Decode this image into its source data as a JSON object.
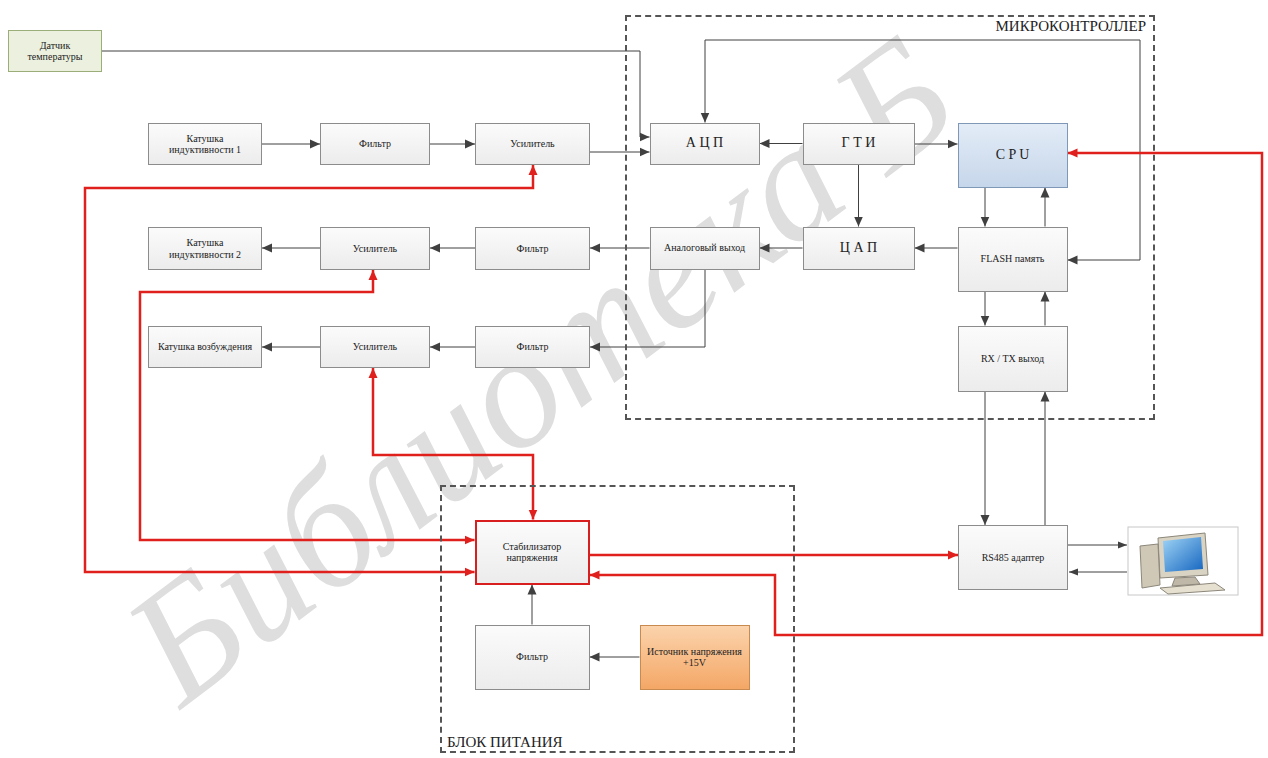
{
  "diagram": {
    "nodes": [
      {
        "text": [
          "Датчик температуры"
        ]
      },
      {
        "text": [
          "МИКРОКОНТРОЛЛЕР"
        ]
      },
      {
        "text": [
          "Катушка индуктивности 1"
        ]
      },
      {
        "text": [
          "Фильтр"
        ]
      },
      {
        "text": [
          "Усилитель"
        ]
      },
      {
        "text": [
          "А Ц П"
        ],
        "in": 1
      },
      {
        "text": [
          "Г Т И"
        ],
        "in": 1
      },
      {
        "text": [
          "C P U"
        ],
        "in": 1
      },
      {
        "text": [
          "Катушка индуктивности 2"
        ]
      },
      {
        "text": [
          "Усилитель"
        ]
      },
      {
        "text": [
          "Фильтр"
        ]
      },
      {
        "text": [
          "Аналоговый выход"
        ],
        "in": 1
      },
      {
        "text": [
          "Ц А П"
        ],
        "in": 1
      },
      {
        "text": [
          "FLASH память"
        ],
        "in": 1
      },
      {
        "text": [
          "Катушка возбуждения"
        ]
      },
      {
        "text": [
          "Усилитель"
        ]
      },
      {
        "text": [
          "Фильтр"
        ]
      },
      {
        "text": [
          "RX / TX выход"
        ],
        "in": 1
      },
      {
        "text": [
          "БЛОК ПИТАНИЯ"
        ]
      },
      {
        "text": [
          "Стабилизатор напряжения"
        ],
        "in": 18
      },
      {
        "text": [
          "Фильтр"
        ],
        "in": 18
      },
      {
        "text": [
          "Источник напряжения +15V"
        ],
        "in": 18
      },
      {
        "text": [
          "RS485 адаптер"
        ]
      }
    ],
    "edges": [
      {
        "from": 0,
        "to": 5,
        "arrow": "to"
      },
      {
        "from": 2,
        "to": 3,
        "arrow": "to"
      },
      {
        "from": 3,
        "to": 4,
        "arrow": "to"
      },
      {
        "from": 4,
        "to": 5,
        "arrow": "to"
      },
      {
        "from": 6,
        "to": 5,
        "arrow": "to"
      },
      {
        "from": 6,
        "to": 7,
        "arrow": "to"
      },
      {
        "from": 6,
        "to": 12,
        "arrow": "to"
      },
      {
        "from": 13,
        "to": 12,
        "arrow": "to"
      },
      {
        "from": 12,
        "to": 11,
        "arrow": "to"
      },
      {
        "from": 11,
        "to": 10,
        "arrow": "to"
      },
      {
        "from": 10,
        "to": 9,
        "arrow": "to"
      },
      {
        "from": 9,
        "to": 8,
        "arrow": "to"
      },
      {
        "from": 11,
        "to": 16,
        "arrow": "to"
      },
      {
        "from": 16,
        "to": 15,
        "arrow": "to"
      },
      {
        "from": 15,
        "to": 14,
        "arrow": "to"
      },
      {
        "from": 7,
        "to": 13,
        "arrow": "to"
      },
      {
        "from": 13,
        "to": 7,
        "arrow": "to"
      },
      {
        "from": 13,
        "to": 17,
        "arrow": "to"
      },
      {
        "from": 17,
        "to": 13,
        "arrow": "to"
      },
      {
        "from": 5,
        "to": 13,
        "arrow": "both"
      },
      {
        "from": 17,
        "to": 22,
        "arrow": "to"
      },
      {
        "from": 22,
        "to": 17,
        "arrow": "to"
      },
      {
        "from": 19,
        "to": 4,
        "arrow": "both"
      },
      {
        "from": 19,
        "to": 9,
        "arrow": "both"
      },
      {
        "from": 19,
        "to": 15,
        "arrow": "both"
      },
      {
        "from": 19,
        "to": 22,
        "arrow": "to"
      },
      {
        "from": 19,
        "to": 7,
        "arrow": "both"
      },
      {
        "from": 20,
        "to": 19,
        "arrow": "to"
      },
      {
        "from": 21,
        "to": 20,
        "arrow": "to"
      }
    ],
    "labels": [
      "Библиотека Б"
    ]
  }
}
